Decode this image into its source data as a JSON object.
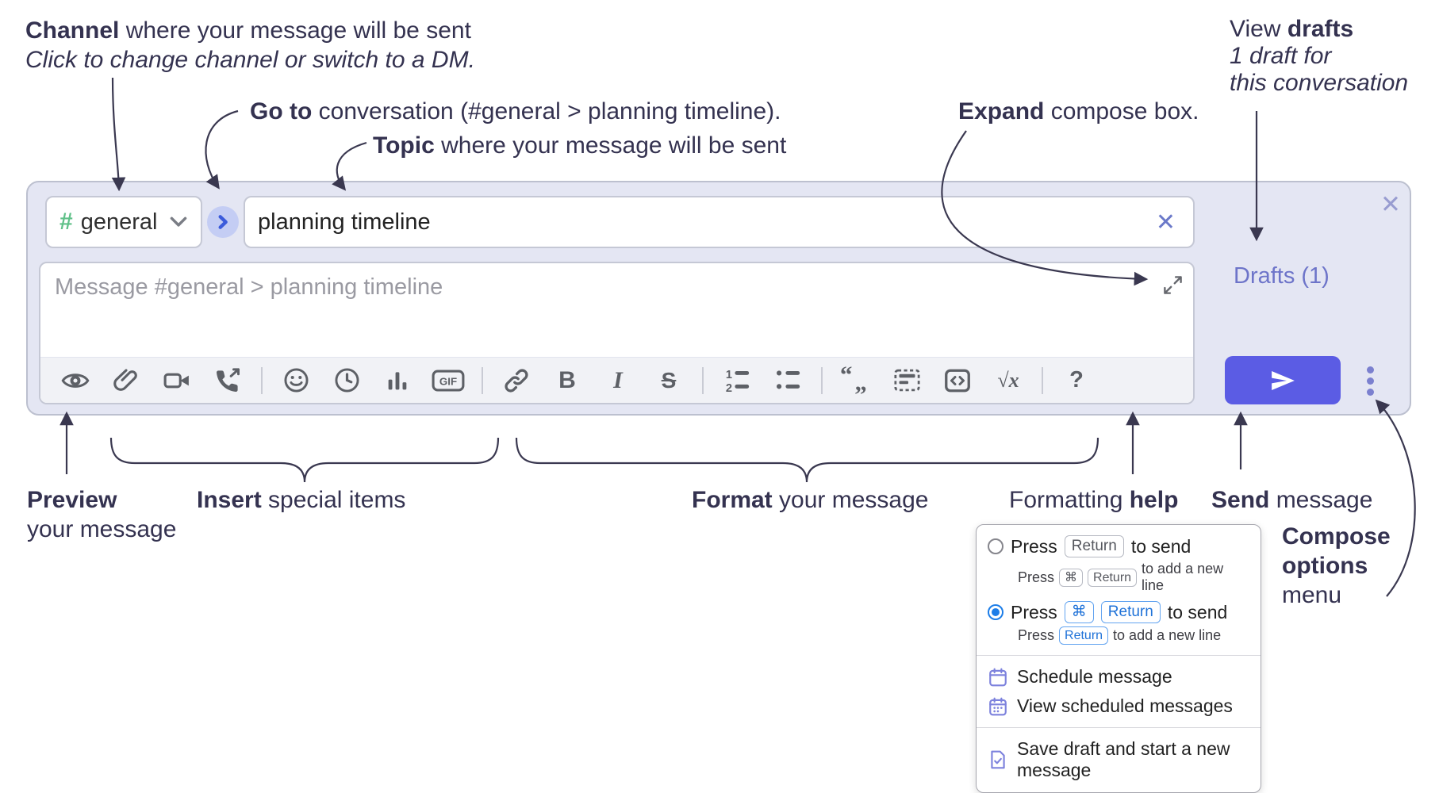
{
  "annotations": {
    "channel": {
      "bold": "Channel",
      "rest": " where your message will be sent",
      "line2": "Click to change channel or switch to a DM."
    },
    "goto": {
      "bold": "Go to",
      "rest": " conversation (#general > planning timeline)."
    },
    "topic": {
      "bold": "Topic",
      "rest": " where your message will be sent"
    },
    "expand": {
      "bold": "Expand",
      "rest": " compose box."
    },
    "view_drafts": {
      "line1_pre": "View ",
      "line1_bold": "drafts",
      "line2": "1 draft for",
      "line3": "this conversation"
    },
    "preview": {
      "bold": "Preview",
      "line2": "your message"
    },
    "insert": {
      "bold": "Insert",
      "rest": " special items"
    },
    "format": {
      "bold": "Format",
      "rest": " your message"
    },
    "help": {
      "pre": "Formatting ",
      "bold": "help"
    },
    "send": {
      "bold": "Send",
      "rest": " message"
    },
    "compose_options": {
      "line1": "Compose",
      "line2": "options",
      "line3": "menu"
    }
  },
  "compose": {
    "channel_picker": {
      "hash_icon": "#",
      "channel": "general",
      "chevron_icon": "chevron-down"
    },
    "goto_button_icon": "chevron-right",
    "topic_input": {
      "value": "planning timeline",
      "clear_icon": "✕"
    },
    "message_input": {
      "placeholder": "Message #general > planning timeline"
    },
    "expand_icon": "expand-diagonal",
    "drafts_link": "Drafts (1)",
    "close_icon": "✕",
    "send_button_icon": "send-plane",
    "overflow_icon": "vertical-dots",
    "toolbar": [
      {
        "type": "icon",
        "name": "preview"
      },
      {
        "type": "icon",
        "name": "attach-file"
      },
      {
        "type": "icon",
        "name": "video-call"
      },
      {
        "type": "icon",
        "name": "audio-call"
      },
      {
        "type": "divider"
      },
      {
        "type": "icon",
        "name": "emoji"
      },
      {
        "type": "icon",
        "name": "time"
      },
      {
        "type": "icon",
        "name": "poll"
      },
      {
        "type": "icon",
        "name": "gif",
        "label": "GIF"
      },
      {
        "type": "divider"
      },
      {
        "type": "icon",
        "name": "link"
      },
      {
        "type": "icon",
        "name": "bold",
        "label": "B"
      },
      {
        "type": "icon",
        "name": "italic",
        "label": "I"
      },
      {
        "type": "icon",
        "name": "strikethrough",
        "label": "S"
      },
      {
        "type": "divider"
      },
      {
        "type": "icon",
        "name": "numbered-list"
      },
      {
        "type": "icon",
        "name": "bulleted-list"
      },
      {
        "type": "divider"
      },
      {
        "type": "icon",
        "name": "quote"
      },
      {
        "type": "icon",
        "name": "spoiler"
      },
      {
        "type": "icon",
        "name": "code"
      },
      {
        "type": "icon",
        "name": "math"
      },
      {
        "type": "divider"
      },
      {
        "type": "icon",
        "name": "help",
        "label": "?"
      }
    ]
  },
  "popup": {
    "options": [
      {
        "selected": false,
        "main": [
          {
            "t": "text",
            "v": "Press "
          },
          {
            "t": "key",
            "v": "Return"
          },
          {
            "t": "text",
            "v": " to send"
          }
        ],
        "sub": [
          {
            "t": "text",
            "v": "Press "
          },
          {
            "t": "key",
            "v": "⌘"
          },
          {
            "t": "key",
            "v": "Return"
          },
          {
            "t": "text",
            "v": " to add a new line"
          }
        ]
      },
      {
        "selected": true,
        "main": [
          {
            "t": "text",
            "v": "Press "
          },
          {
            "t": "key",
            "v": "⌘"
          },
          {
            "t": "key",
            "v": "Return"
          },
          {
            "t": "text",
            "v": " to send"
          }
        ],
        "sub": [
          {
            "t": "text",
            "v": "Press "
          },
          {
            "t": "key",
            "v": "Return"
          },
          {
            "t": "text",
            "v": " to add a new line"
          }
        ]
      }
    ],
    "menu_group1": [
      {
        "id": "schedule-message",
        "icon": "calendar",
        "label": "Schedule message"
      },
      {
        "id": "view-scheduled-messages",
        "icon": "calendar-grid",
        "label": "View scheduled messages"
      }
    ],
    "menu_group2": [
      {
        "id": "save-draft-new-message",
        "icon": "draft-doc",
        "label": "Save draft and start a new message"
      }
    ]
  },
  "colors": {
    "accent_send": "#5b5ce4",
    "compose_bg": "#e4e6f3",
    "drafts_link": "#6d74c9",
    "hash_green": "#5fc088",
    "radio_blue": "#1c7de8",
    "menu_icon_purple": "#7d82dd",
    "annotation_ink": "#343250"
  }
}
